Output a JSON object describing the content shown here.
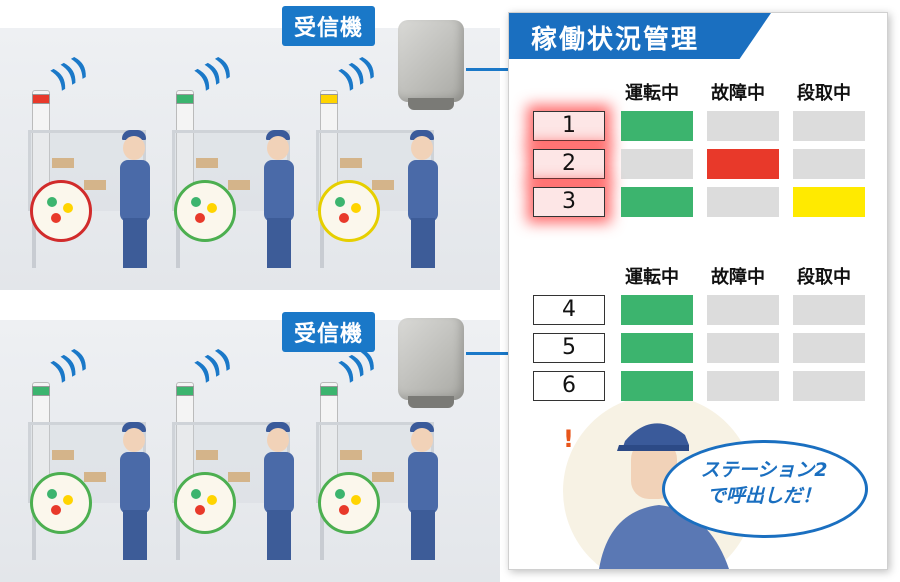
{
  "receiver": {
    "label": "受信機"
  },
  "panel": {
    "title": "稼働状況管理",
    "headers": [
      "運転中",
      "故障中",
      "段取中"
    ],
    "groups": [
      {
        "rows": [
          {
            "station": "1",
            "alert": true,
            "running": true,
            "fault": false,
            "setup": false
          },
          {
            "station": "2",
            "alert": true,
            "running": false,
            "fault": true,
            "setup": false
          },
          {
            "station": "3",
            "alert": true,
            "running": true,
            "fault": false,
            "setup": true
          }
        ]
      },
      {
        "rows": [
          {
            "station": "4",
            "alert": false,
            "running": true,
            "fault": false,
            "setup": false
          },
          {
            "station": "5",
            "alert": false,
            "running": true,
            "fault": false,
            "setup": false
          },
          {
            "station": "6",
            "alert": false,
            "running": true,
            "fault": false,
            "setup": false
          }
        ]
      }
    ]
  },
  "speech": {
    "line1": "ステーション2",
    "line2": "で呼出しだ！"
  },
  "colors": {
    "running": "#3cb46e",
    "fault": "#e8392a",
    "setup": "#ffea00",
    "idle": "#dcdcdc",
    "brand": "#1a6fc0"
  },
  "stations": {
    "top": [
      {
        "lamp": "red",
        "ring": "#d12b2b"
      },
      {
        "lamp": "green",
        "ring": "#4caf50"
      },
      {
        "lamp": "yellow",
        "ring": "#e6cf00"
      }
    ],
    "bottom": [
      {
        "lamp": "green",
        "ring": "#4caf50"
      },
      {
        "lamp": "green",
        "ring": "#4caf50"
      },
      {
        "lamp": "green",
        "ring": "#4caf50"
      }
    ]
  }
}
